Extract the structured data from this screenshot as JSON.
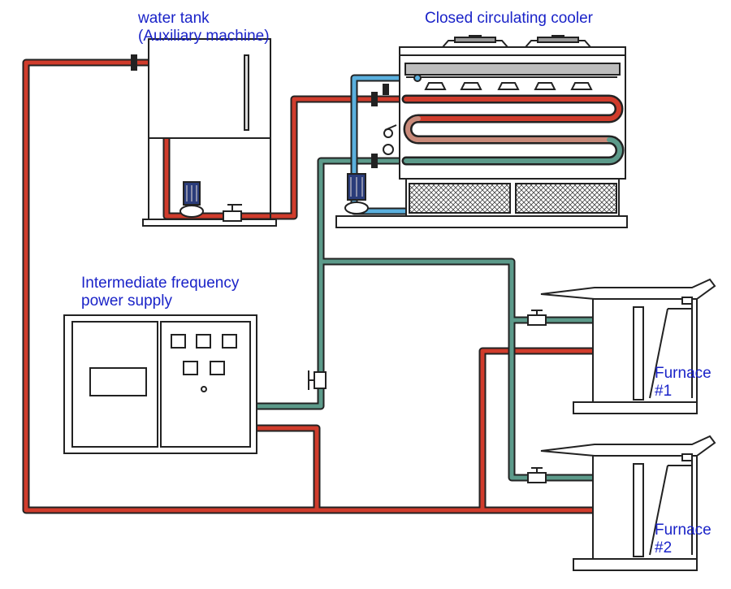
{
  "labels": {
    "water_tank_line1": "water tank",
    "water_tank_line2": "(Auxiliary machine)",
    "cooler": "Closed circulating cooler",
    "power_supply_line1": "Intermediate frequency",
    "power_supply_line2": "power supply",
    "furnace1_line1": "Furnace",
    "furnace1_line2": "#1",
    "furnace2_line1": "Furnace",
    "furnace2_line2": "#2"
  },
  "colors": {
    "hot_pipe": "#d03c2c",
    "return_pipe": "#5c9a8a",
    "cold_pipe": "#5ab0de",
    "outline": "#222222",
    "label_text": "#1a23c8"
  },
  "icons": {
    "valve": "valve-icon",
    "pump": "pump-icon",
    "fan": "fan-icon",
    "nozzle": "spray-nozzle-icon"
  }
}
